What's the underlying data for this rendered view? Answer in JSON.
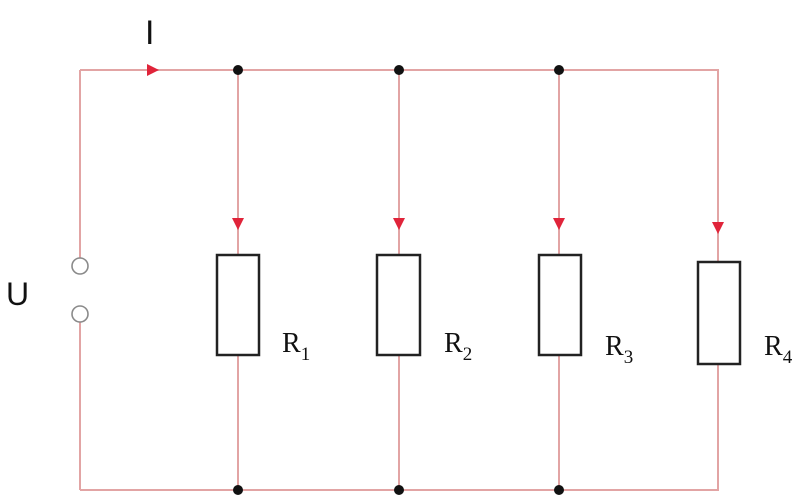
{
  "labels": {
    "current": "I",
    "voltage": "U",
    "resistors": [
      {
        "letter": "R",
        "sub": "1"
      },
      {
        "letter": "R",
        "sub": "2"
      },
      {
        "letter": "R",
        "sub": "3"
      },
      {
        "letter": "R",
        "sub": "4"
      }
    ]
  },
  "colors": {
    "wire": "#e2a4a4",
    "arrow": "#e0243a",
    "component": "#222222",
    "terminal": "#8a8a8a",
    "node": "#111111"
  }
}
